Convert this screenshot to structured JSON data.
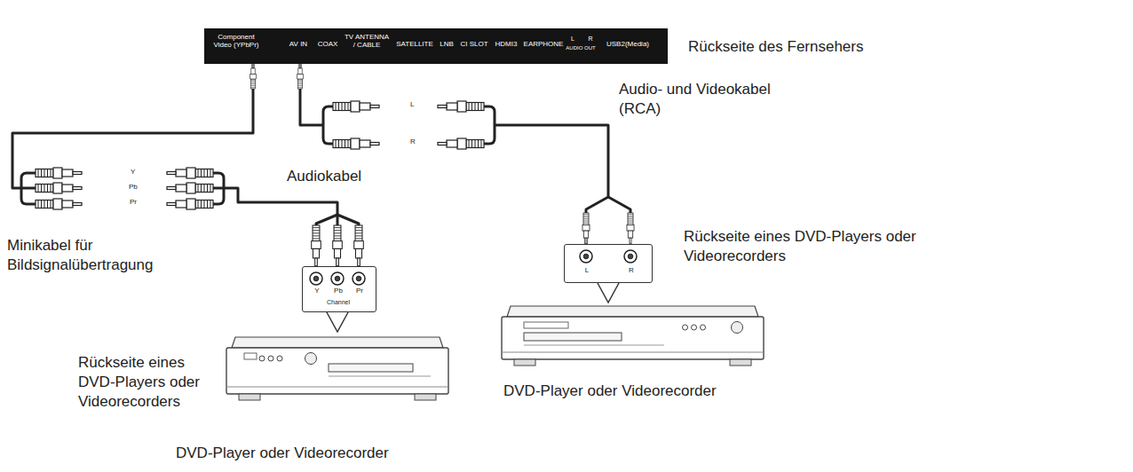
{
  "diagram": {
    "nodes": [
      {
        "text": [
          "Component Video (YPbPr)",
          "AV IN",
          "COAX",
          "TV ANTENNA / CABLE",
          "SATELLITE",
          "LNB",
          "CI SLOT",
          "HDMI3",
          "EARPHONE",
          "L",
          "AUDIO OUT",
          "R",
          "USB2(Media)"
        ]
      },
      {
        "text": [
          "Y",
          "Pb",
          "Pr",
          "Channel"
        ]
      },
      {
        "text": [
          "L",
          "R"
        ]
      }
    ],
    "edges": [
      {
        "from": 0,
        "to": 1,
        "arrow": "none"
      },
      {
        "from": 0,
        "to": 2,
        "arrow": "none"
      }
    ],
    "labels": [
      "Rückseite des Fernsehers",
      "Audio- und Videokabel (RCA)",
      "L",
      "R",
      "Audiokabel",
      "Y",
      "Pb",
      "Pr",
      "Minikabel für Bildsignalübertragung",
      "Rückseite eines DVD-Players oder Videorecorders",
      "Rückseite eines DVD-Players oder Videorecorders",
      "DVD-Player oder Videorecorder",
      "DVD-Player oder Videorecorder"
    ]
  }
}
